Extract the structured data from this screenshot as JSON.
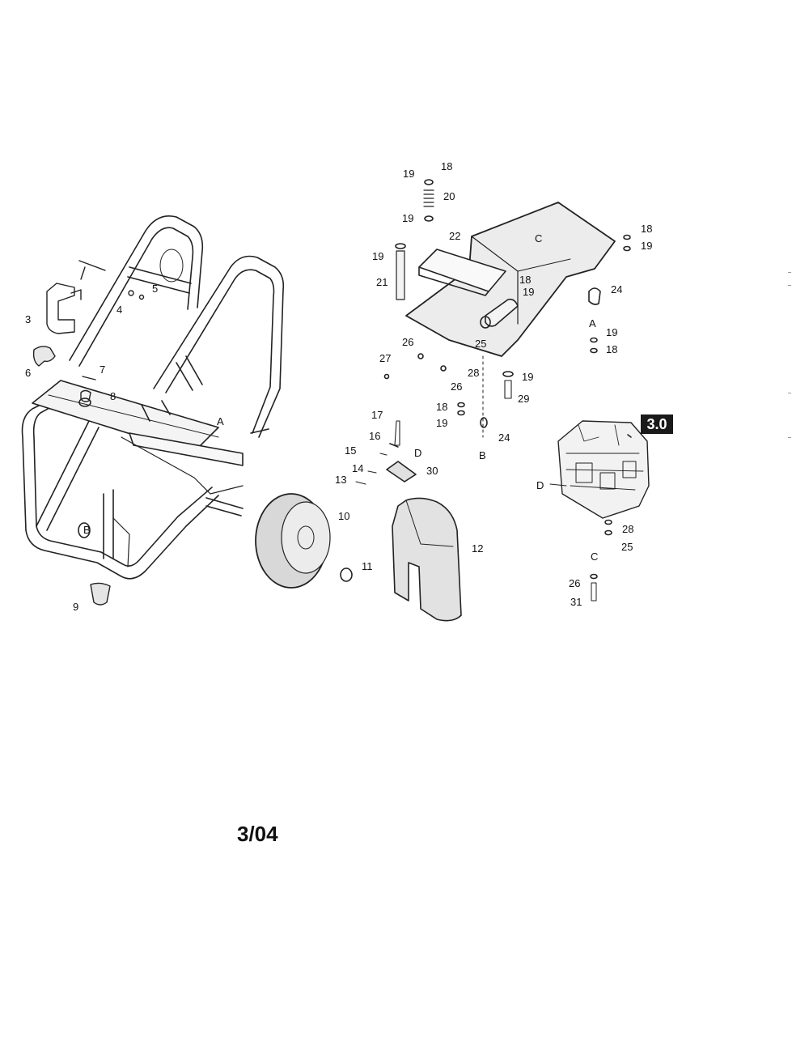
{
  "diagram": {
    "section_badge": "3.0",
    "footer_code": "3/04",
    "callouts": [
      {
        "id": "c19a",
        "text": "19"
      },
      {
        "id": "c18a",
        "text": "18"
      },
      {
        "id": "c20",
        "text": "20"
      },
      {
        "id": "c19b",
        "text": "19"
      },
      {
        "id": "c22",
        "text": "22"
      },
      {
        "id": "c19c",
        "text": "19"
      },
      {
        "id": "c21",
        "text": "21"
      },
      {
        "id": "c18b",
        "text": "18"
      },
      {
        "id": "c19d",
        "text": "19"
      },
      {
        "id": "c18c",
        "text": "18"
      },
      {
        "id": "c19e",
        "text": "19"
      },
      {
        "id": "c24a",
        "text": "24"
      },
      {
        "id": "cA1",
        "text": "A"
      },
      {
        "id": "c19f",
        "text": "19"
      },
      {
        "id": "c18d",
        "text": "18"
      },
      {
        "id": "c25a",
        "text": "25"
      },
      {
        "id": "c26a",
        "text": "26"
      },
      {
        "id": "c27",
        "text": "27"
      },
      {
        "id": "c28a",
        "text": "28"
      },
      {
        "id": "c26b",
        "text": "26"
      },
      {
        "id": "c19g",
        "text": "19"
      },
      {
        "id": "c29",
        "text": "29"
      },
      {
        "id": "c18e",
        "text": "18"
      },
      {
        "id": "c19h",
        "text": "19"
      },
      {
        "id": "c24b",
        "text": "24"
      },
      {
        "id": "cB1",
        "text": "B"
      },
      {
        "id": "c17",
        "text": "17"
      },
      {
        "id": "c16",
        "text": "16"
      },
      {
        "id": "c15",
        "text": "15"
      },
      {
        "id": "cD1",
        "text": "D"
      },
      {
        "id": "c14",
        "text": "14"
      },
      {
        "id": "c13",
        "text": "13"
      },
      {
        "id": "c30",
        "text": "30"
      },
      {
        "id": "c10",
        "text": "10"
      },
      {
        "id": "c11",
        "text": "11"
      },
      {
        "id": "c12",
        "text": "12"
      },
      {
        "id": "c3",
        "text": "3"
      },
      {
        "id": "c4",
        "text": "4"
      },
      {
        "id": "c5",
        "text": "5"
      },
      {
        "id": "c6",
        "text": "6"
      },
      {
        "id": "c7",
        "text": "7"
      },
      {
        "id": "c8",
        "text": "8"
      },
      {
        "id": "cA2",
        "text": "A"
      },
      {
        "id": "cB2",
        "text": "B"
      },
      {
        "id": "c9",
        "text": "9"
      },
      {
        "id": "cC1",
        "text": "C"
      },
      {
        "id": "cD2",
        "text": "D"
      },
      {
        "id": "c28b",
        "text": "28"
      },
      {
        "id": "c25b",
        "text": "25"
      },
      {
        "id": "cC2",
        "text": "C"
      },
      {
        "id": "c26c",
        "text": "26"
      },
      {
        "id": "c31",
        "text": "31"
      }
    ]
  }
}
